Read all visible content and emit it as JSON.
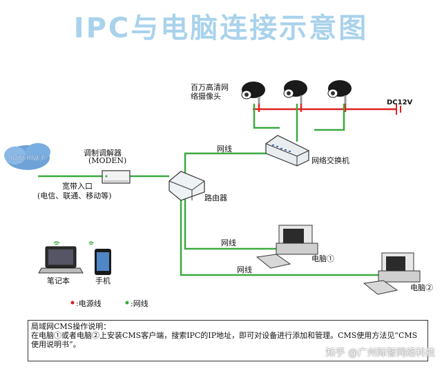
{
  "title": "IPC与电脑连接示意图",
  "labels": {
    "cameras": "百万高清网络摄像头",
    "dc": "DC12V",
    "internet": "INTERNET",
    "modem_1": "调制调解器",
    "modem_2": "(MODEN)",
    "broadband": "宽带入口",
    "isp": "(电信、联通、移动等)",
    "net_top": "网线",
    "net_mid": "网线",
    "net_bot": "网线",
    "switch": "网络交换机",
    "router": "路由器",
    "pc1": "电脑①",
    "pc2": "电脑②",
    "laptop": "笔记本",
    "phone": "手机"
  },
  "legend": {
    "power": ":电源线",
    "net": ":网线"
  },
  "info": {
    "heading": "局域网CMS操作说明：",
    "body": "在电脑①或者电脑②上安装CMS客户端，搜索IPC的IP地址，即可对设备进行添加和管理。CMS使用方法见“CMS使用说明书”。"
  },
  "watermark": "知乎 @广州际智网络科技",
  "colors": {
    "net": "#3aa940",
    "power": "#e02020",
    "title": "#a9d2ec"
  }
}
